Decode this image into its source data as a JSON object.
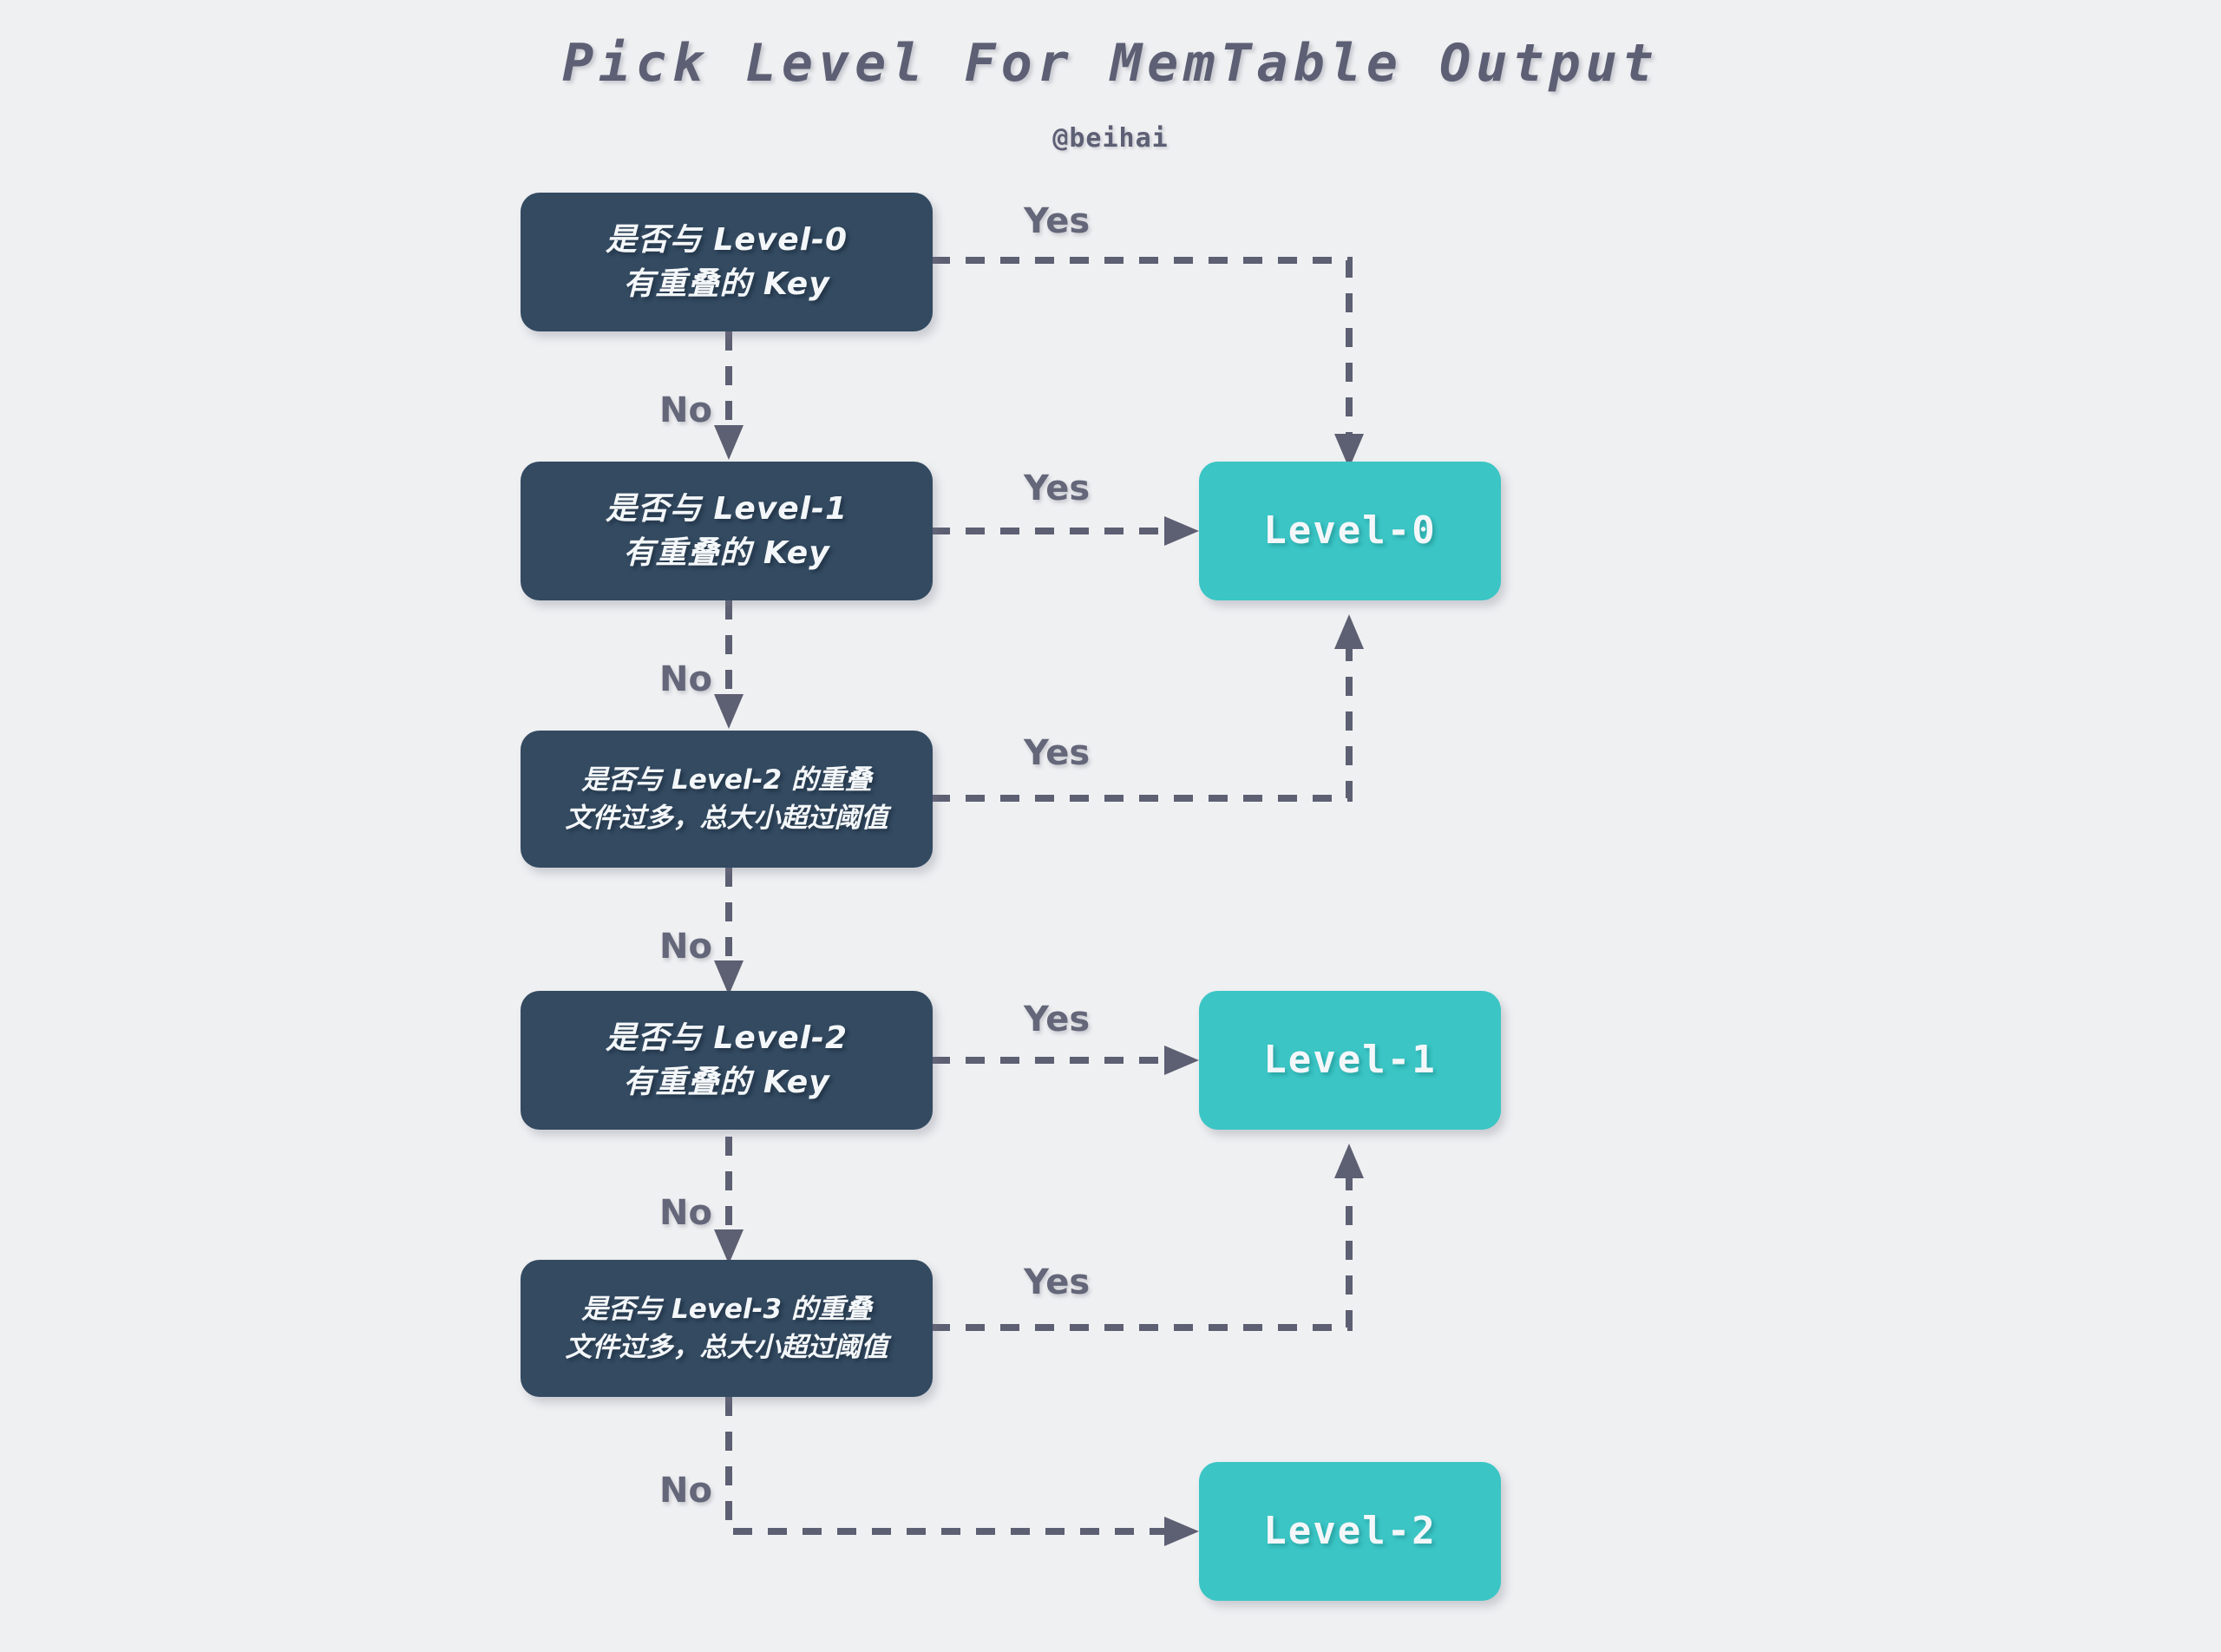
{
  "header": {
    "title": "Pick Level For MemTable Output",
    "author": "@beihai"
  },
  "theme": {
    "background": "#eff0f2",
    "decision_fill": "#334a61",
    "terminal_fill": "#3bc5c5",
    "edge_color": "#5d5f72",
    "label_color": "#646679",
    "title_color": "#5d5f74",
    "node_text": "#f4f7f9"
  },
  "nodes": {
    "d1": {
      "line1": "是否与 Level-0",
      "line2": "有重叠的 Key"
    },
    "d2": {
      "line1": "是否与 Level-1",
      "line2": "有重叠的 Key"
    },
    "d3": {
      "line1": "是否与 Level-2 的重叠",
      "line2": "文件过多，总大小超过阈值"
    },
    "d4": {
      "line1": "是否与 Level-2",
      "line2": "有重叠的 Key"
    },
    "d5": {
      "line1": "是否与 Level-3 的重叠",
      "line2": "文件过多，总大小超过阈值"
    },
    "t0": {
      "label": "Level-0"
    },
    "t1": {
      "label": "Level-1"
    },
    "t2": {
      "label": "Level-2"
    }
  },
  "edge_labels": {
    "yes1": "Yes",
    "no1": "No",
    "yes2": "Yes",
    "no2": "No",
    "yes3": "Yes",
    "no3": "No",
    "yes4": "Yes",
    "no4": "No",
    "yes5": "Yes",
    "no5": "No"
  }
}
